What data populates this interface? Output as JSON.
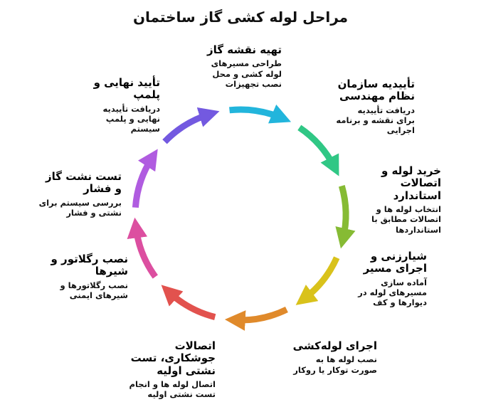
{
  "title": "مراحل لوله کشی گاز ساختمان",
  "stages": [
    {
      "name": "تهیه نقشه گاز",
      "desc": "طراحی مسیرهای\nلوله کشی و محل\nنصب تجهیزات",
      "color": "#22b5dc"
    },
    {
      "name": "تأییدیه سازمان\nنظام مهندسی",
      "desc": "دریافت تأییدیه\nبرای نقشه و برنامه\nاجرایی",
      "color": "#30c785"
    },
    {
      "name": "خرید لوله و\nاتصالات\nاستاندارد",
      "desc": "انتخاب لوله ها و\nاتصالات مطابق با\nاستانداردها",
      "color": "#86bb34"
    },
    {
      "name": "شیارزنی و\nاجرای مسیر",
      "desc": "آماده سازی\nمسیرهای لوله در\nدیوارها و کف",
      "color": "#d9c21b"
    },
    {
      "name": "اجرای لوله‌کشی",
      "desc": "نصب لوله ها به\nصورت توکار یا روکار",
      "color": "#e08a2b"
    },
    {
      "name": "اتصالات\nجوشکاری، تست\nنشتی اولیه",
      "desc": "اتصال لوله ها و انجام\nتست نشتی اولیه",
      "color": "#e2524e"
    },
    {
      "name": "نصب رگلاتور و\nشیرها",
      "desc": "نصب رگلاتورها و\nشیرهای ایمنی",
      "color": "#dc4fa0"
    },
    {
      "name": "تست نشت گاز\nو فشار",
      "desc": "بررسی سیستم برای\nنشتی و فشار",
      "color": "#b05ce0"
    },
    {
      "name": "تأیید نهایی و\nپلمپ",
      "desc": "دریافت تأییدیه\nنهایی و پلمپ\nسیستم",
      "color": "#7359e0"
    }
  ]
}
